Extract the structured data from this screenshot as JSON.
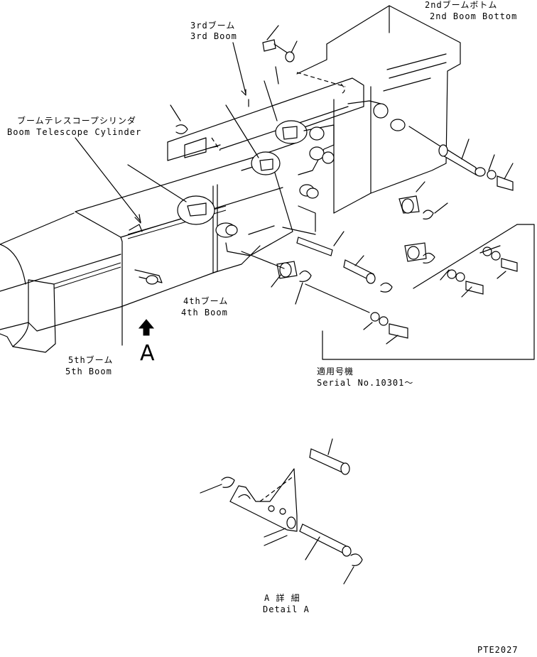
{
  "labels": {
    "second_boom_bottom_jp": "2ndブームボトム",
    "second_boom_bottom_en": "2nd Boom Bottom",
    "third_boom_jp": "3rdブーム",
    "third_boom_en": "3rd Boom",
    "telescope_cylinder_jp": "ブームテレスコープシリンダ",
    "telescope_cylinder_en": "Boom Telescope Cylinder",
    "fourth_boom_jp": "4thブーム",
    "fourth_boom_en": "4th Boom",
    "fifth_boom_jp": "5thブーム",
    "fifth_boom_en": "5th Boom",
    "view_letter": "A",
    "serial_jp": "適用号機",
    "serial_en": "Serial No.10301～",
    "detail_jp": "A 詳 細",
    "detail_en": "Detail A",
    "drawing_id": "PTE2027"
  }
}
